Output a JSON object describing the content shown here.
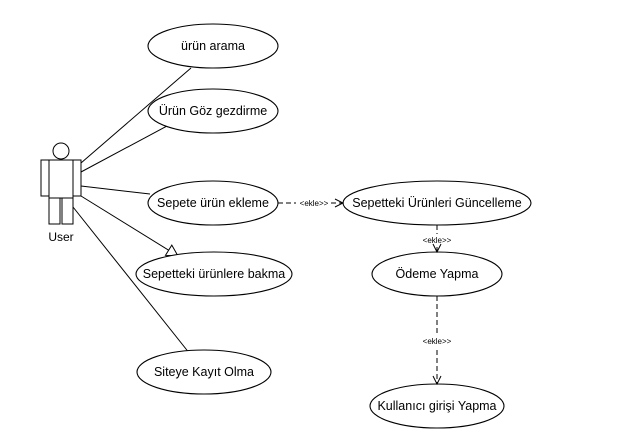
{
  "actor": {
    "label": "User"
  },
  "use_cases": {
    "urun_arama": "ürün arama",
    "urun_goz_gezdirme": "Ürün Göz gezdirme",
    "sepete_urun_ekleme": "Sepete ürün ekleme",
    "sepetteki_urunlere_bakma": "Sepetteki ürünlere bakma",
    "siteye_kayit_olma": "Siteye Kayıt Olma",
    "sepetteki_urunleri_guncelleme": "Sepetteki Ürünleri Güncelleme",
    "odeme_yapma": "Ödeme Yapma",
    "kullanici_girisi_yapma": "Kullanıcı girişi Yapma"
  },
  "relations": {
    "extend_1": "<ekle>>",
    "extend_2": "<ekle>>",
    "extend_3": "<ekle>>"
  }
}
